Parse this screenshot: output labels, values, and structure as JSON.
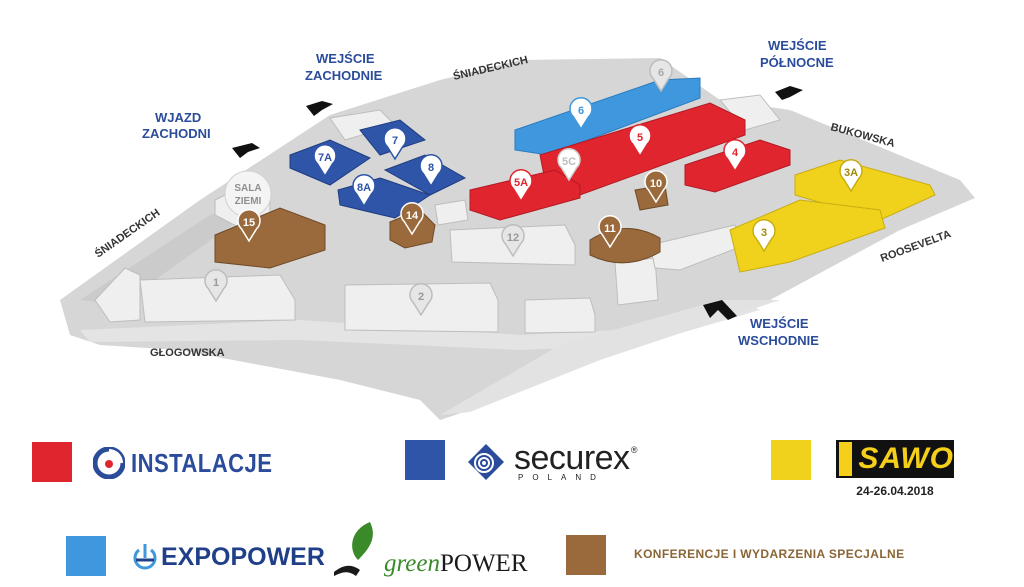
{
  "map": {
    "streets": {
      "sniadeckich_top": "ŚNIADECKICH",
      "sniadeckich_left": "ŚNIADECKICH",
      "bukowska": "BUKOWSKA",
      "roosevelta": "ROOSEVELTA",
      "glogowska": "GŁOGOWSKA"
    },
    "entrances": {
      "west_drive_line1": "WJAZD",
      "west_drive_line2": "ZACHODNI",
      "west_line1": "WEJŚCIE",
      "west_line2": "ZACHODNIE",
      "north_line1": "WEJŚCIE",
      "north_line2": "PÓŁNOCNE",
      "east_line1": "WEJŚCIE",
      "east_line2": "WSCHODNIE"
    },
    "sala_ziemi_line1": "SALA",
    "sala_ziemi_line2": "ZIEMI",
    "pavilions": {
      "p1": "1",
      "p2": "2",
      "p3": "3",
      "p3a": "3A",
      "p4": "4",
      "p5": "5",
      "p5a": "5A",
      "p5c": "5C",
      "p6": "6",
      "p7": "7",
      "p7a": "7A",
      "p8": "8",
      "p8a": "8A",
      "p10": "10",
      "p11": "11",
      "p12": "12",
      "p14": "14",
      "p15": "15",
      "p6b": "6"
    },
    "colors": {
      "instalacje": "#e1252f",
      "securex": "#2f55a8",
      "sawo": "#f0d21c",
      "expopower": "#3f97dd",
      "konferencje": "#9b6a3c",
      "ground": "#d4d4d4",
      "building_grey": "#e9e9e9"
    }
  },
  "legend": {
    "instalacje": "INSTALACJE",
    "securex_name": "securex",
    "securex_sub": "POLAND",
    "securex_reg": "®",
    "sawo_name": "SAWO",
    "sawo_date": "24-26.04.2018",
    "expopower": "EXPOPOWER",
    "green_prefix": "green",
    "green_suffix": "POWER",
    "konferencje": "KONFERENCJE I WYDARZENIA SPECJALNE"
  }
}
